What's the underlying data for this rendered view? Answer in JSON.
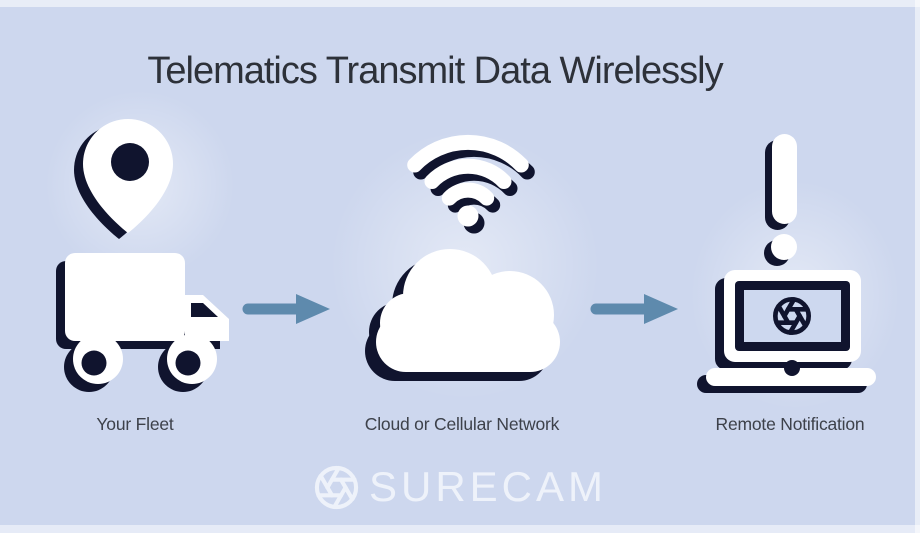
{
  "title": "Telematics Transmit Data Wirelessly",
  "steps": [
    {
      "label": "Your Fleet",
      "icons": [
        "location-pin-icon",
        "delivery-truck-icon"
      ]
    },
    {
      "label": "Cloud or Cellular Network",
      "icons": [
        "wifi-signal-icon",
        "cloud-icon"
      ]
    },
    {
      "label": "Remote Notification",
      "icons": [
        "exclamation-alert-icon",
        "laptop-camera-icon"
      ]
    }
  ],
  "connectors": [
    {
      "type": "arrow-right"
    },
    {
      "type": "arrow-right"
    }
  ],
  "footer": {
    "brand": "SURECAM",
    "icon": "aperture-icon"
  },
  "colors": {
    "background": "#cdd7ee",
    "icon_white": "#ffffff",
    "navy": "#10142e",
    "arrow_blue": "#5e8aad",
    "title_text": "#2d3139",
    "label_text": "#3d414a",
    "logo_white": "#eef2fa",
    "screen_fill": "#cdd8ef"
  }
}
